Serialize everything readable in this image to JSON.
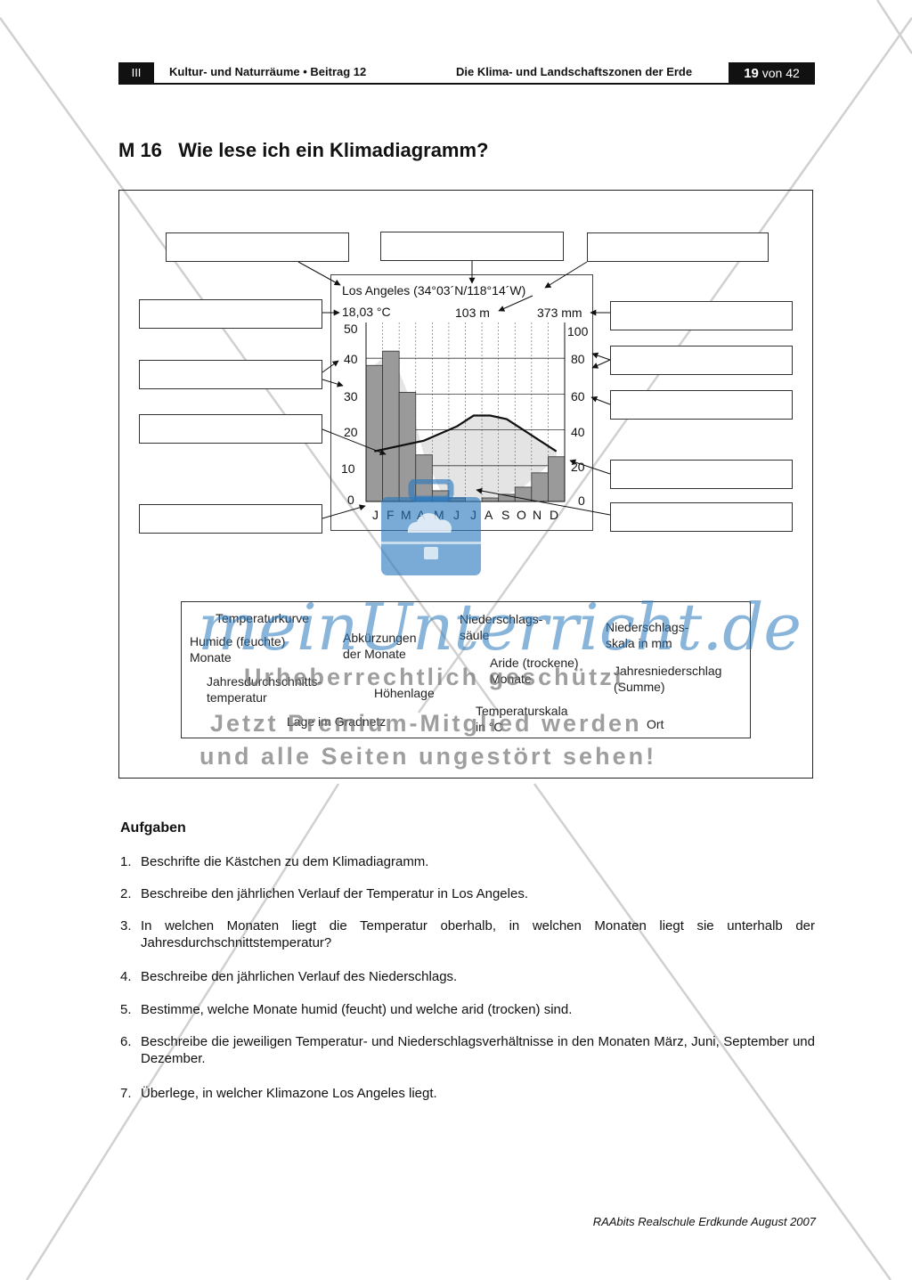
{
  "header": {
    "roman": "III",
    "left": "Kultur- und Naturräume • Beitrag 12",
    "right": "Die Klima- und Landschaftszonen der Erde",
    "page_current": "19",
    "page_of": "von 42"
  },
  "title": "M 16   Wie lese ich ein Klimadiagramm?",
  "diagram": {
    "station": "Los Angeles (34°03´N/118°14´W)",
    "mean_temp": "18,03 °C",
    "altitude": "103 m",
    "annual_precip": "373 mm",
    "temp_ticks": [
      "50",
      "40",
      "30",
      "20",
      "10",
      "0"
    ],
    "precip_ticks": [
      "100",
      "80",
      "60",
      "40",
      "20",
      "0"
    ],
    "months": [
      "J",
      "F",
      "M",
      "A",
      "M",
      "J",
      "J",
      "A",
      "S",
      "O",
      "N",
      "D"
    ]
  },
  "chart_data": {
    "type": "bar",
    "title": "Los Angeles (34°03´N/118°14´W)",
    "categories": [
      "J",
      "F",
      "M",
      "A",
      "M",
      "J",
      "J",
      "A",
      "S",
      "O",
      "N",
      "D"
    ],
    "series": [
      {
        "values": [
          76,
          84,
          61,
          26,
          6,
          2,
          0,
          2,
          4,
          8,
          16,
          25
        ]
      },
      {
        "values": [
          14,
          15,
          16,
          17,
          19,
          21,
          24,
          24,
          23,
          20,
          17,
          14
        ]
      }
    ],
    "ylim": [
      0,
      50
    ],
    "ylim_right": [
      0,
      100
    ]
  },
  "word_bank": {
    "temperaturkurve": "Temperaturkurve",
    "humide_1": "Humide (feuchte)",
    "humide_2": "Monate",
    "abk_1": "Abkürzungen",
    "abk_2": "der Monate",
    "nsaeule_1": "Niederschlags-",
    "nsaeule_2": "säule",
    "nskala_1": "Niederschlags-",
    "nskala_2": "skala in mm",
    "aride_1": "Aride (trockene)",
    "aride_2": "Monate",
    "jdt_1": "Jahresdurchschnitts-",
    "jdt_2": "temperatur",
    "hoehenlage": "Höhenlage",
    "jn_1": "Jahresniederschlag",
    "jn_2": "(Summe)",
    "tskala_1": "Temperaturskala",
    "tskala_2": "in °C",
    "gradnetz": "Lage im Gradnetz",
    "ort": "Ort"
  },
  "watermark": {
    "brand": "meinUnterricht.de",
    "line1": "Urheberrechtlich geschützt",
    "line2": "Jetzt Premium-Mitglied werden",
    "line3": "und alle Seiten ungestört sehen!"
  },
  "tasks": {
    "heading": "Aufgaben",
    "items": [
      {
        "num": "1.",
        "text": "Beschrifte die Kästchen zu dem Klimadiagramm."
      },
      {
        "num": "2.",
        "text": "Beschreibe den jährlichen Verlauf der Temperatur in Los Angeles."
      },
      {
        "num": "3.",
        "text": "In welchen Monaten liegt die Temperatur oberhalb, in welchen Monaten liegt sie unterhalb der Jahresdurchschnittstemperatur?"
      },
      {
        "num": "4.",
        "text": "Beschreibe den jährlichen Verlauf des Niederschlags."
      },
      {
        "num": "5.",
        "text": "Bestimme, welche Monate humid (feucht) und welche arid (trocken) sind."
      },
      {
        "num": "6.",
        "text": "Beschreibe die jeweiligen Temperatur- und Niederschlagsverhältnisse in den Monaten März, Juni, September und Dezember."
      },
      {
        "num": "7.",
        "text": "Überlege, in welcher Klimazone Los Angeles liegt."
      }
    ]
  },
  "footer": "RAAbits Realschule Erdkunde August 2007"
}
